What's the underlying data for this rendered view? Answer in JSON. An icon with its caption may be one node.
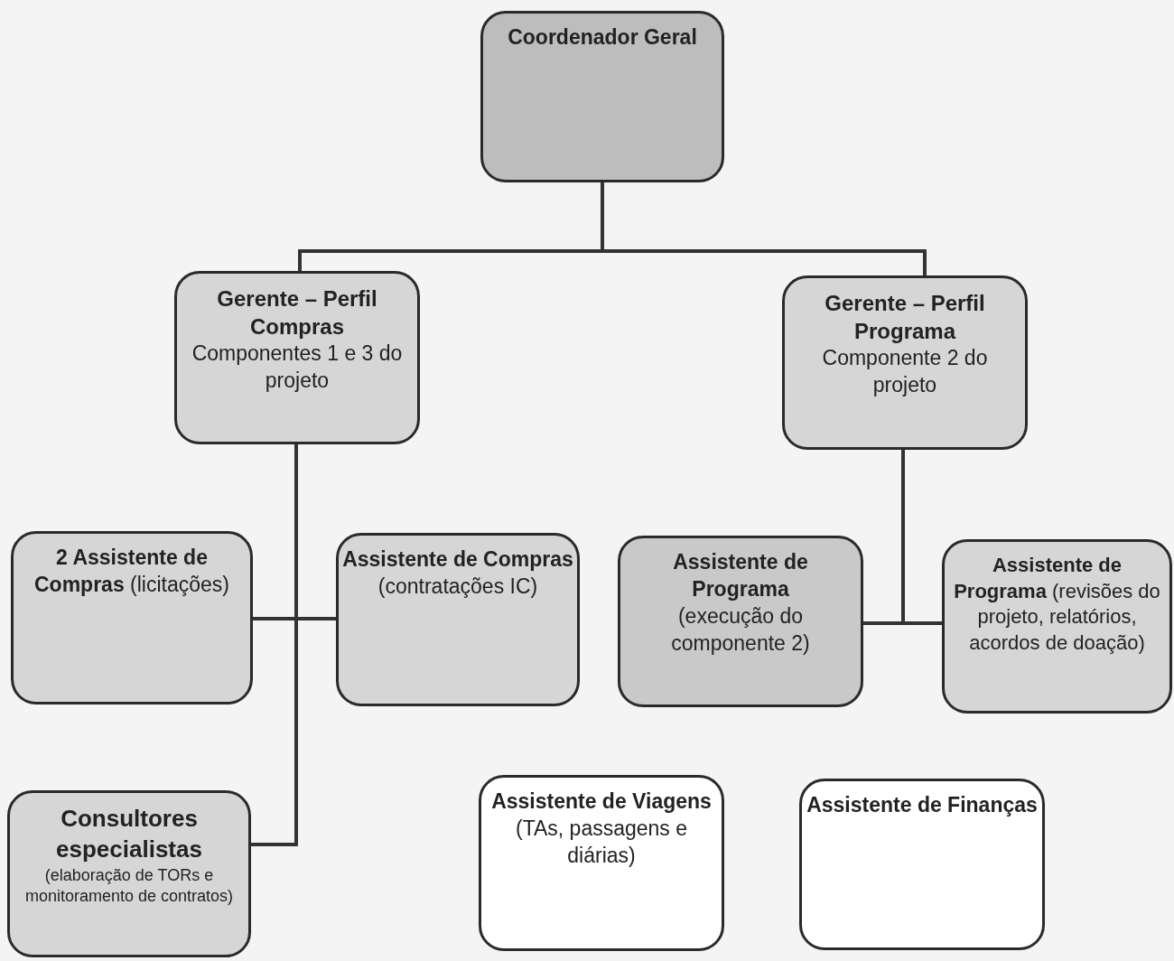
{
  "diagram": {
    "nodes": [
      {
        "text": [
          "Coordenador Geral"
        ]
      },
      {
        "text": [
          "Gerente – Perfil Compras",
          "Componentes 1 e 3 do projeto"
        ]
      },
      {
        "text": [
          "Gerente – Perfil Programa",
          "Componente 2 do projeto"
        ]
      },
      {
        "text": [
          "**2 Assistente de Compras** (licitações)"
        ]
      },
      {
        "text": [
          "Assistente de Compras",
          "(contratações IC)"
        ]
      },
      {
        "text": [
          "Assistente de Programa",
          "(execução do componente 2)"
        ]
      },
      {
        "text": [
          "**Assistente de Programa** (revisões do projeto, relatórios, acordos de doação)"
        ]
      },
      {
        "text": [
          "Consultores especialistas",
          "(elaboração de TORs e monitoramento de contratos)"
        ]
      },
      {
        "text": [
          "Assistente de Viagens",
          "(TAs, passagens e diárias)"
        ]
      },
      {
        "text": [
          "Assistente de Finanças"
        ]
      }
    ],
    "edges": [
      {
        "from": 0,
        "to": 1,
        "arrow": "none"
      },
      {
        "from": 0,
        "to": 2,
        "arrow": "none"
      },
      {
        "from": 1,
        "to": 3,
        "arrow": "none"
      },
      {
        "from": 1,
        "to": 4,
        "arrow": "none"
      },
      {
        "from": 1,
        "to": 7,
        "arrow": "none"
      },
      {
        "from": 2,
        "to": 5,
        "arrow": "none"
      },
      {
        "from": 2,
        "to": 6,
        "arrow": "none"
      }
    ]
  }
}
